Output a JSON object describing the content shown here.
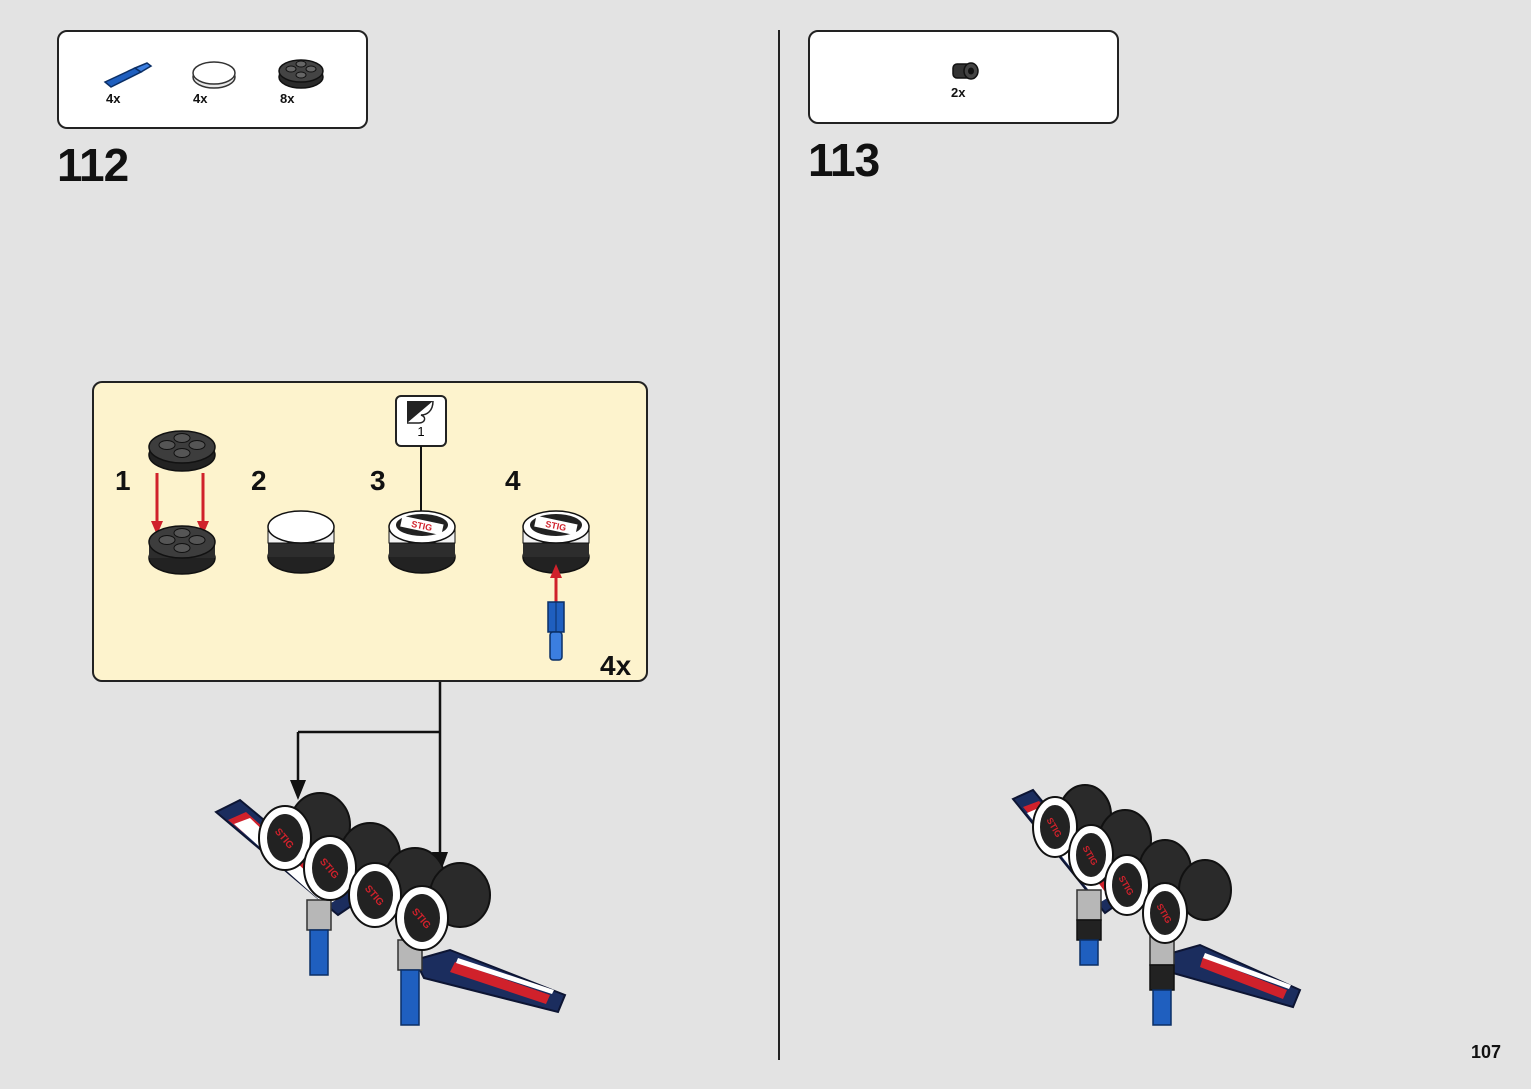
{
  "page": {
    "number": "107"
  },
  "steps": [
    {
      "number": "112",
      "parts": [
        {
          "icon": "blue-axle-pin-icon",
          "qty": "4x"
        },
        {
          "icon": "white-round-tile-icon",
          "qty": "4x"
        },
        {
          "icon": "black-round-plate-icon",
          "qty": "8x"
        }
      ],
      "sub_assembly": {
        "steps": [
          "1",
          "2",
          "3",
          "4"
        ],
        "sticker_label": "1",
        "multiplier": "4x",
        "sticker_text": "STIG"
      }
    },
    {
      "number": "113",
      "parts": [
        {
          "icon": "black-bushing-icon",
          "qty": "2x"
        }
      ]
    }
  ],
  "colors": {
    "background": "#e3e3e3",
    "sub_assembly_bg": "#fdf3cd",
    "arrow_red": "#d0212b",
    "lego_blue": "#1f5fbf",
    "navy": "#1b2d5e"
  }
}
